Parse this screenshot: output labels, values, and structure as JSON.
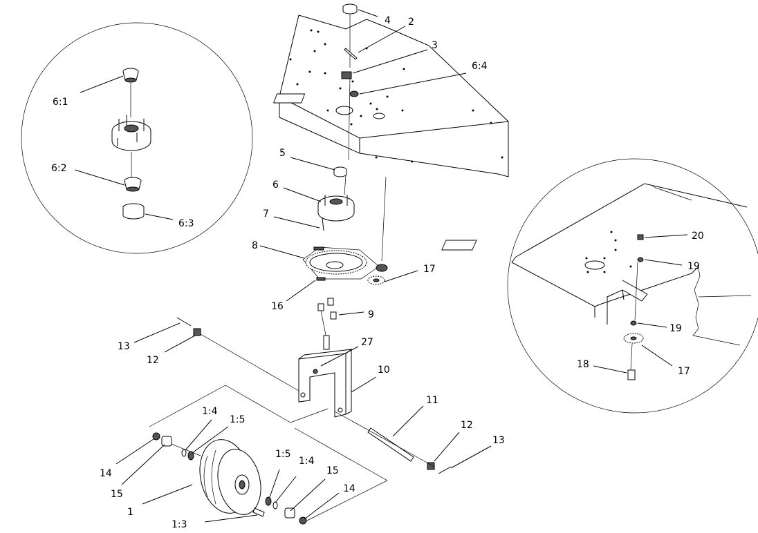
{
  "callouts": {
    "c1": "1",
    "c1_3": "1:3",
    "c1_4a": "1:4",
    "c1_5a": "1:5",
    "c1_4b": "1:4",
    "c1_5b": "1:5",
    "c2": "2",
    "c3": "3",
    "c4": "4",
    "c5": "5",
    "c6": "6",
    "c7": "7",
    "c8": "8",
    "c9": "9",
    "c10": "10",
    "c11": "11",
    "c12a": "12",
    "c12b": "12",
    "c13a": "13",
    "c13b": "13",
    "c14a": "14",
    "c14b": "14",
    "c15a": "15",
    "c15b": "15",
    "c16": "16",
    "c17a": "17",
    "c17b": "17",
    "c18": "18",
    "c19a": "19",
    "c19b": "19",
    "c20": "20",
    "c27": "27",
    "c6_1": "6:1",
    "c6_2": "6:2",
    "c6_3": "6:3",
    "c6_4": "6:4"
  }
}
